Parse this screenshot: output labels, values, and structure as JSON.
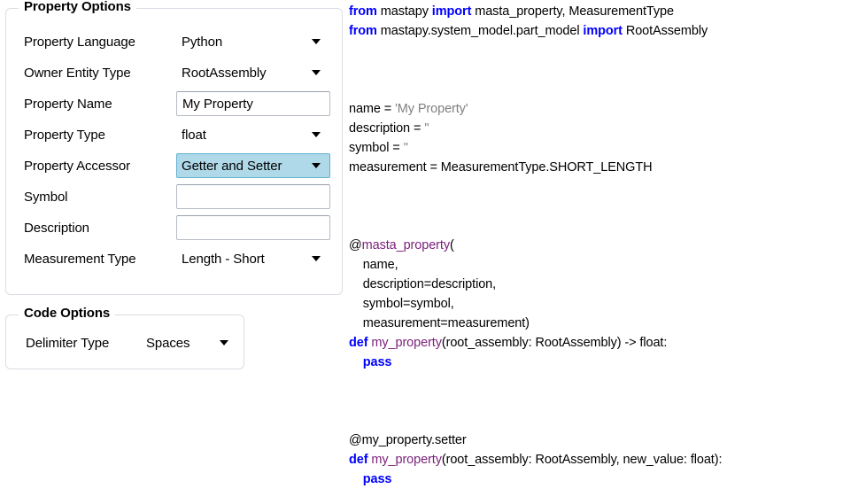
{
  "property_options": {
    "title": "Property Options",
    "rows": [
      {
        "label": "Property Language",
        "control": "combo",
        "value": "Python",
        "selected": false
      },
      {
        "label": "Owner Entity Type",
        "control": "combo",
        "value": "RootAssembly",
        "selected": false
      },
      {
        "label": "Property Name",
        "control": "textbox",
        "value": "My Property",
        "placeholder": ""
      },
      {
        "label": "Property Type",
        "control": "combo",
        "value": "float",
        "selected": false
      },
      {
        "label": "Property Accessor",
        "control": "combo",
        "value": "Getter and Setter",
        "selected": true
      },
      {
        "label": "Symbol",
        "control": "textbox",
        "value": "",
        "placeholder": ""
      },
      {
        "label": "Description",
        "control": "textbox",
        "value": "",
        "placeholder": ""
      },
      {
        "label": "Measurement Type",
        "control": "combo",
        "value": "Length - Short",
        "selected": false
      }
    ]
  },
  "code_options": {
    "title": "Code Options",
    "rows": [
      {
        "label": "Delimiter Type",
        "control": "combo",
        "value": "Spaces",
        "selected": false
      }
    ]
  },
  "colors": {
    "keyword": "#0000ff",
    "function": "#7a1f7a",
    "string": "#808080",
    "plain": "#000000",
    "selection_background": "#afd9e8",
    "selection_border": "#63b2cf",
    "groupbox_border": "#d9dde3",
    "textbox_border": "#b6bcc4"
  },
  "code": {
    "lines": [
      [
        {
          "t": "from",
          "c": "kw"
        },
        {
          "t": " mastapy ",
          "c": "plain"
        },
        {
          "t": "import",
          "c": "kw"
        },
        {
          "t": " masta_property, MeasurementType",
          "c": "plain"
        }
      ],
      [
        {
          "t": "from",
          "c": "kw"
        },
        {
          "t": " mastapy.system_model.part_model ",
          "c": "plain"
        },
        {
          "t": "import",
          "c": "kw"
        },
        {
          "t": " RootAssembly",
          "c": "plain"
        }
      ],
      [],
      [],
      [],
      [
        {
          "t": "name = ",
          "c": "plain"
        },
        {
          "t": "'My Property'",
          "c": "str"
        }
      ],
      [
        {
          "t": "description = ",
          "c": "plain"
        },
        {
          "t": "''",
          "c": "str"
        }
      ],
      [
        {
          "t": "symbol = ",
          "c": "plain"
        },
        {
          "t": "''",
          "c": "str"
        }
      ],
      [
        {
          "t": "measurement = MeasurementType.SHORT_LENGTH",
          "c": "plain"
        }
      ],
      [],
      [],
      [],
      [
        {
          "t": "@",
          "c": "plain"
        },
        {
          "t": "masta_property",
          "c": "fn"
        },
        {
          "t": "(",
          "c": "plain"
        }
      ],
      [
        {
          "t": "    name,",
          "c": "plain"
        }
      ],
      [
        {
          "t": "    description=description,",
          "c": "plain"
        }
      ],
      [
        {
          "t": "    symbol=symbol,",
          "c": "plain"
        }
      ],
      [
        {
          "t": "    measurement=measurement)",
          "c": "plain"
        }
      ],
      [
        {
          "t": "def",
          "c": "kw"
        },
        {
          "t": " ",
          "c": "plain"
        },
        {
          "t": "my_property",
          "c": "fn"
        },
        {
          "t": "(root_assembly: RootAssembly) -> float:",
          "c": "plain"
        }
      ],
      [
        {
          "t": "    ",
          "c": "plain"
        },
        {
          "t": "pass",
          "c": "kw"
        }
      ],
      [],
      [],
      [],
      [
        {
          "t": "@my_property.setter",
          "c": "plain"
        }
      ],
      [
        {
          "t": "def",
          "c": "kw"
        },
        {
          "t": " ",
          "c": "plain"
        },
        {
          "t": "my_property",
          "c": "fn"
        },
        {
          "t": "(root_assembly: RootAssembly, new_value: float):",
          "c": "plain"
        }
      ],
      [
        {
          "t": "    ",
          "c": "plain"
        },
        {
          "t": "pass",
          "c": "kw"
        }
      ]
    ]
  }
}
